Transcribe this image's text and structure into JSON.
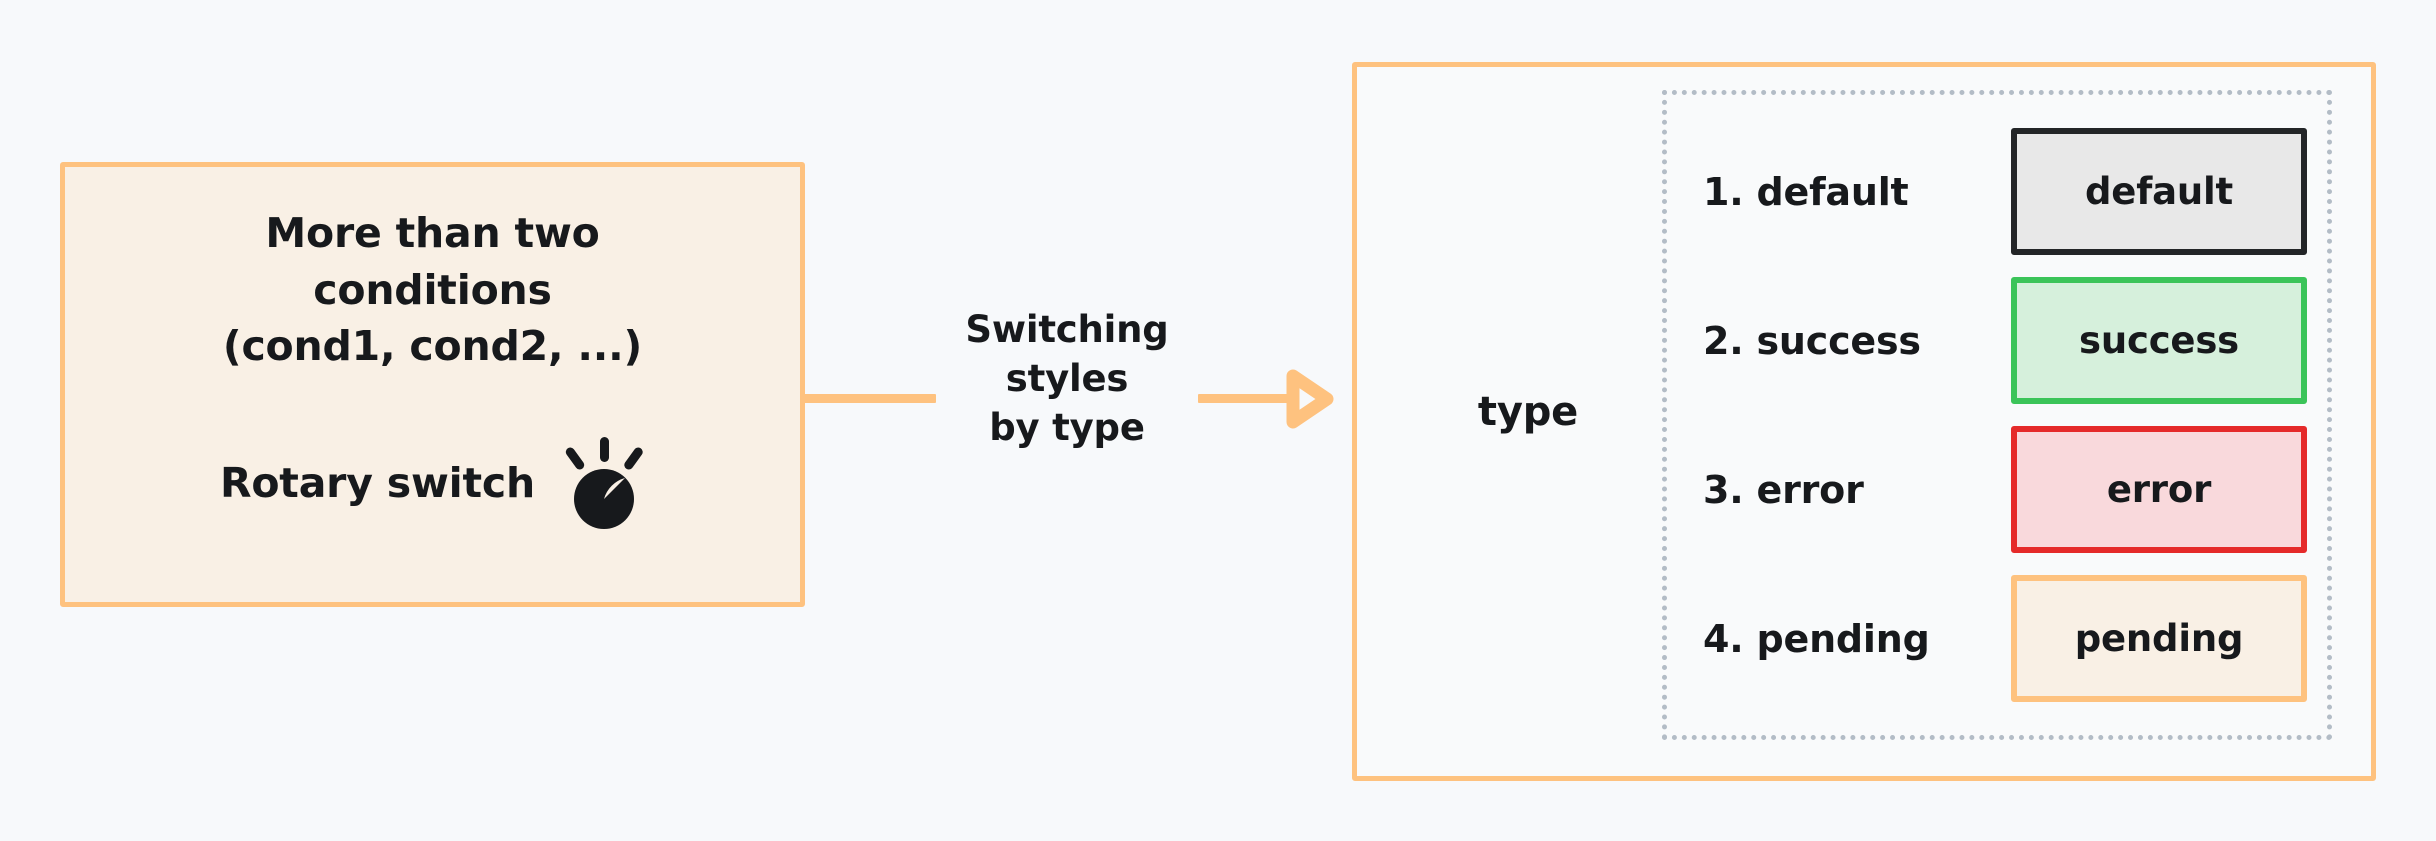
{
  "background_color": "#f7f9fb",
  "accent_color": "#fec27f",
  "left_box": {
    "title": "More than two\nconditions\n(cond1, cond2, ...)",
    "rotary_label": "Rotary switch",
    "rotary_icon": "rotary-switch-icon",
    "fill_color": "#f9f0e5",
    "border_color": "#fec27f"
  },
  "connector": {
    "label": "Switching\nstyles\nby type",
    "color": "#fec27f",
    "arrowhead": "arrow-right-icon"
  },
  "right_panel": {
    "type_label": "type",
    "group_border_color": "#b3bcc6",
    "rows": [
      {
        "name": "1. default",
        "chip_label": "default",
        "chip_fill": "#e8e8e8",
        "chip_border": "#232527"
      },
      {
        "name": "2. success",
        "chip_label": "success",
        "chip_fill": "#d6f0dc",
        "chip_border": "#3bc459"
      },
      {
        "name": "3. error",
        "chip_label": "error",
        "chip_fill": "#f9d9dc",
        "chip_border": "#e52a2a"
      },
      {
        "name": "4. pending",
        "chip_label": "pending",
        "chip_fill": "#f9f0e5",
        "chip_border": "#fec27f"
      }
    ]
  }
}
